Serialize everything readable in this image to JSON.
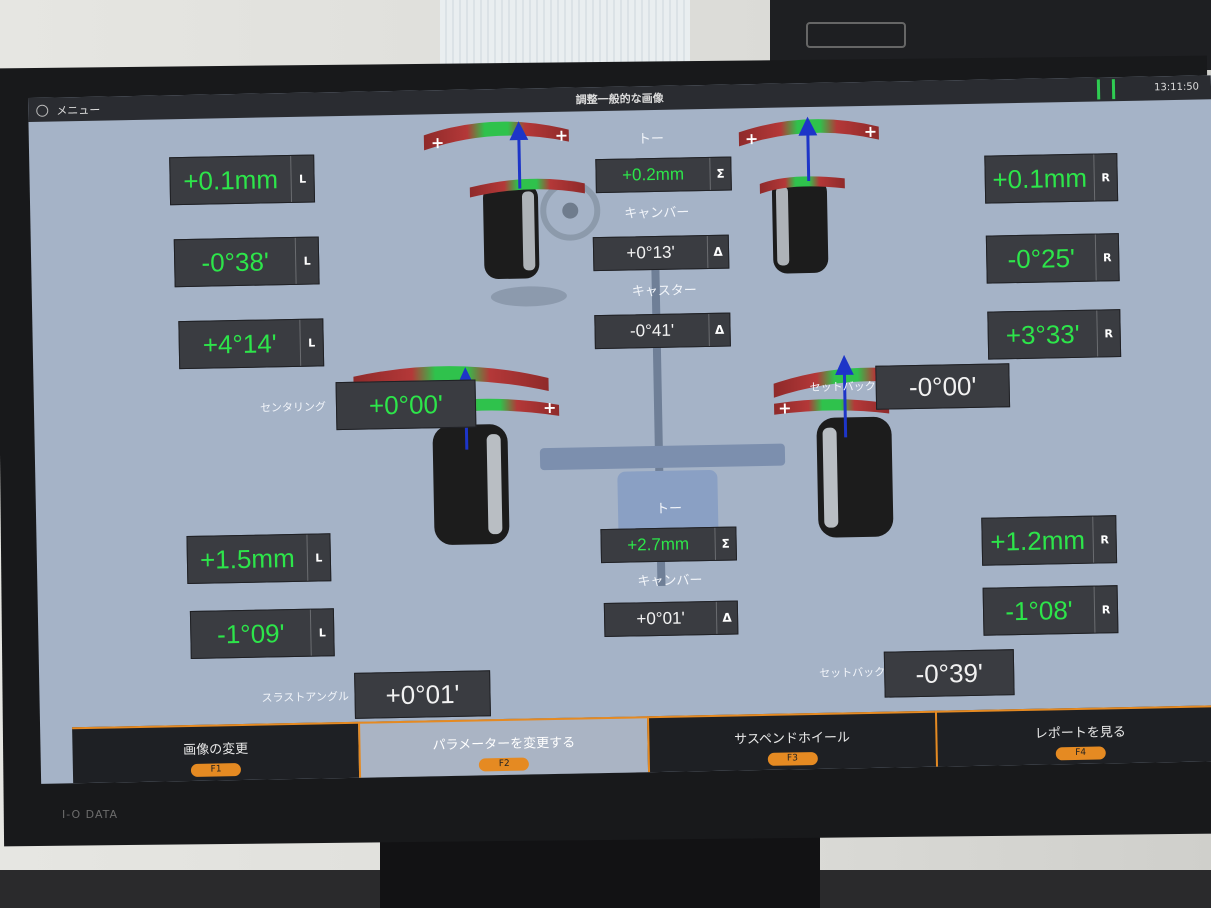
{
  "app": {
    "menu_label": "メニュー",
    "title": "調整一般的な画像",
    "clock": "13:11:50",
    "monitor_brand": "I-O DATA"
  },
  "front": {
    "left_toe": {
      "value": "+0.1mm",
      "side": "L"
    },
    "left_camber": {
      "value": "-0°38'",
      "side": "L"
    },
    "left_caster": {
      "value": "+4°14'",
      "side": "L"
    },
    "right_toe": {
      "value": "+0.1mm",
      "side": "R"
    },
    "right_camber": {
      "value": "-0°25'",
      "side": "R"
    },
    "right_caster": {
      "value": "+3°33'",
      "side": "R"
    },
    "toe_label": "トー",
    "total_toe": {
      "value": "+0.2mm",
      "symbol": "Σ"
    },
    "camber_label": "キャンバー",
    "camber_diff": {
      "value": "+0°13'",
      "symbol": "Δ"
    },
    "caster_label": "キャスター",
    "caster_diff": {
      "value": "-0°41'",
      "symbol": "Δ"
    },
    "centering_label": "センタリング",
    "centering": {
      "value": "+0°00'"
    },
    "setback_label": "セットバック",
    "setback": {
      "value": "-0°00'"
    }
  },
  "rear": {
    "left_toe": {
      "value": "+1.5mm",
      "side": "L"
    },
    "left_camber": {
      "value": "-1°09'",
      "side": "L"
    },
    "right_toe": {
      "value": "+1.2mm",
      "side": "R"
    },
    "right_camber": {
      "value": "-1°08'",
      "side": "R"
    },
    "toe_label": "トー",
    "total_toe": {
      "value": "+2.7mm",
      "symbol": "Σ"
    },
    "camber_label": "キャンバー",
    "camber_diff": {
      "value": "+0°01'",
      "symbol": "Δ"
    },
    "thrust_label": "スラストアングル",
    "thrust": {
      "value": "+0°01'"
    },
    "setback_label": "セットバック",
    "setback": {
      "value": "-0°39'"
    }
  },
  "footer": [
    {
      "label": "画像の変更",
      "key": "F1"
    },
    {
      "label": "パラメーターを変更する",
      "key": "F2"
    },
    {
      "label": "サスペンドホイール",
      "key": "F3"
    },
    {
      "label": "レポートを見る",
      "key": "F4"
    }
  ],
  "colors": {
    "accent": "#e58a22",
    "in_tolerance": "#2de54a",
    "screen_bg": "#a5b3c7"
  }
}
